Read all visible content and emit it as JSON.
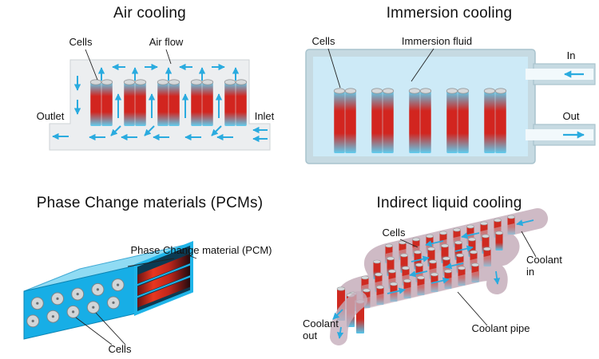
{
  "figure": {
    "panels": {
      "air_cooling": {
        "title": "Air cooling",
        "labels": {
          "cells": "Cells",
          "air_flow": "Air flow",
          "outlet": "Outlet",
          "inlet": "Inlet"
        }
      },
      "immersion_cooling": {
        "title": "Immersion cooling",
        "labels": {
          "cells": "Cells",
          "immersion_fluid": "Immersion fluid",
          "in": "In",
          "out": "Out"
        }
      },
      "pcm": {
        "title": "Phase Change materials (PCMs)",
        "labels": {
          "pcm_material": "Phase Change material (PCM)",
          "cells": "Cells"
        }
      },
      "indirect_liquid_cooling": {
        "title": "Indirect liquid cooling",
        "labels": {
          "cells": "Cells",
          "coolant_in_line1": "Coolant",
          "coolant_in_line2": "in",
          "coolant_out_line1": "Coolant",
          "coolant_out_line2": "out",
          "coolant_pipe": "Coolant pipe"
        }
      }
    },
    "colors": {
      "flow_arrow": "#2aabdf",
      "cell_hot_red": "#d2251f",
      "cell_cool_cyan": "#5fcdef",
      "cell_cap_gray": "#d6d9db",
      "air_duct_fill": "#eceef0",
      "tank_wall": "#c6dae2",
      "immersion_fluid_fill": "#cdeaf7",
      "pcm_front": "#17aee6",
      "pcm_top": "#90dbf3",
      "pcm_interior": "#0b3a52",
      "coolant_plate": "#c6aebb",
      "background": "#ffffff"
    }
  }
}
